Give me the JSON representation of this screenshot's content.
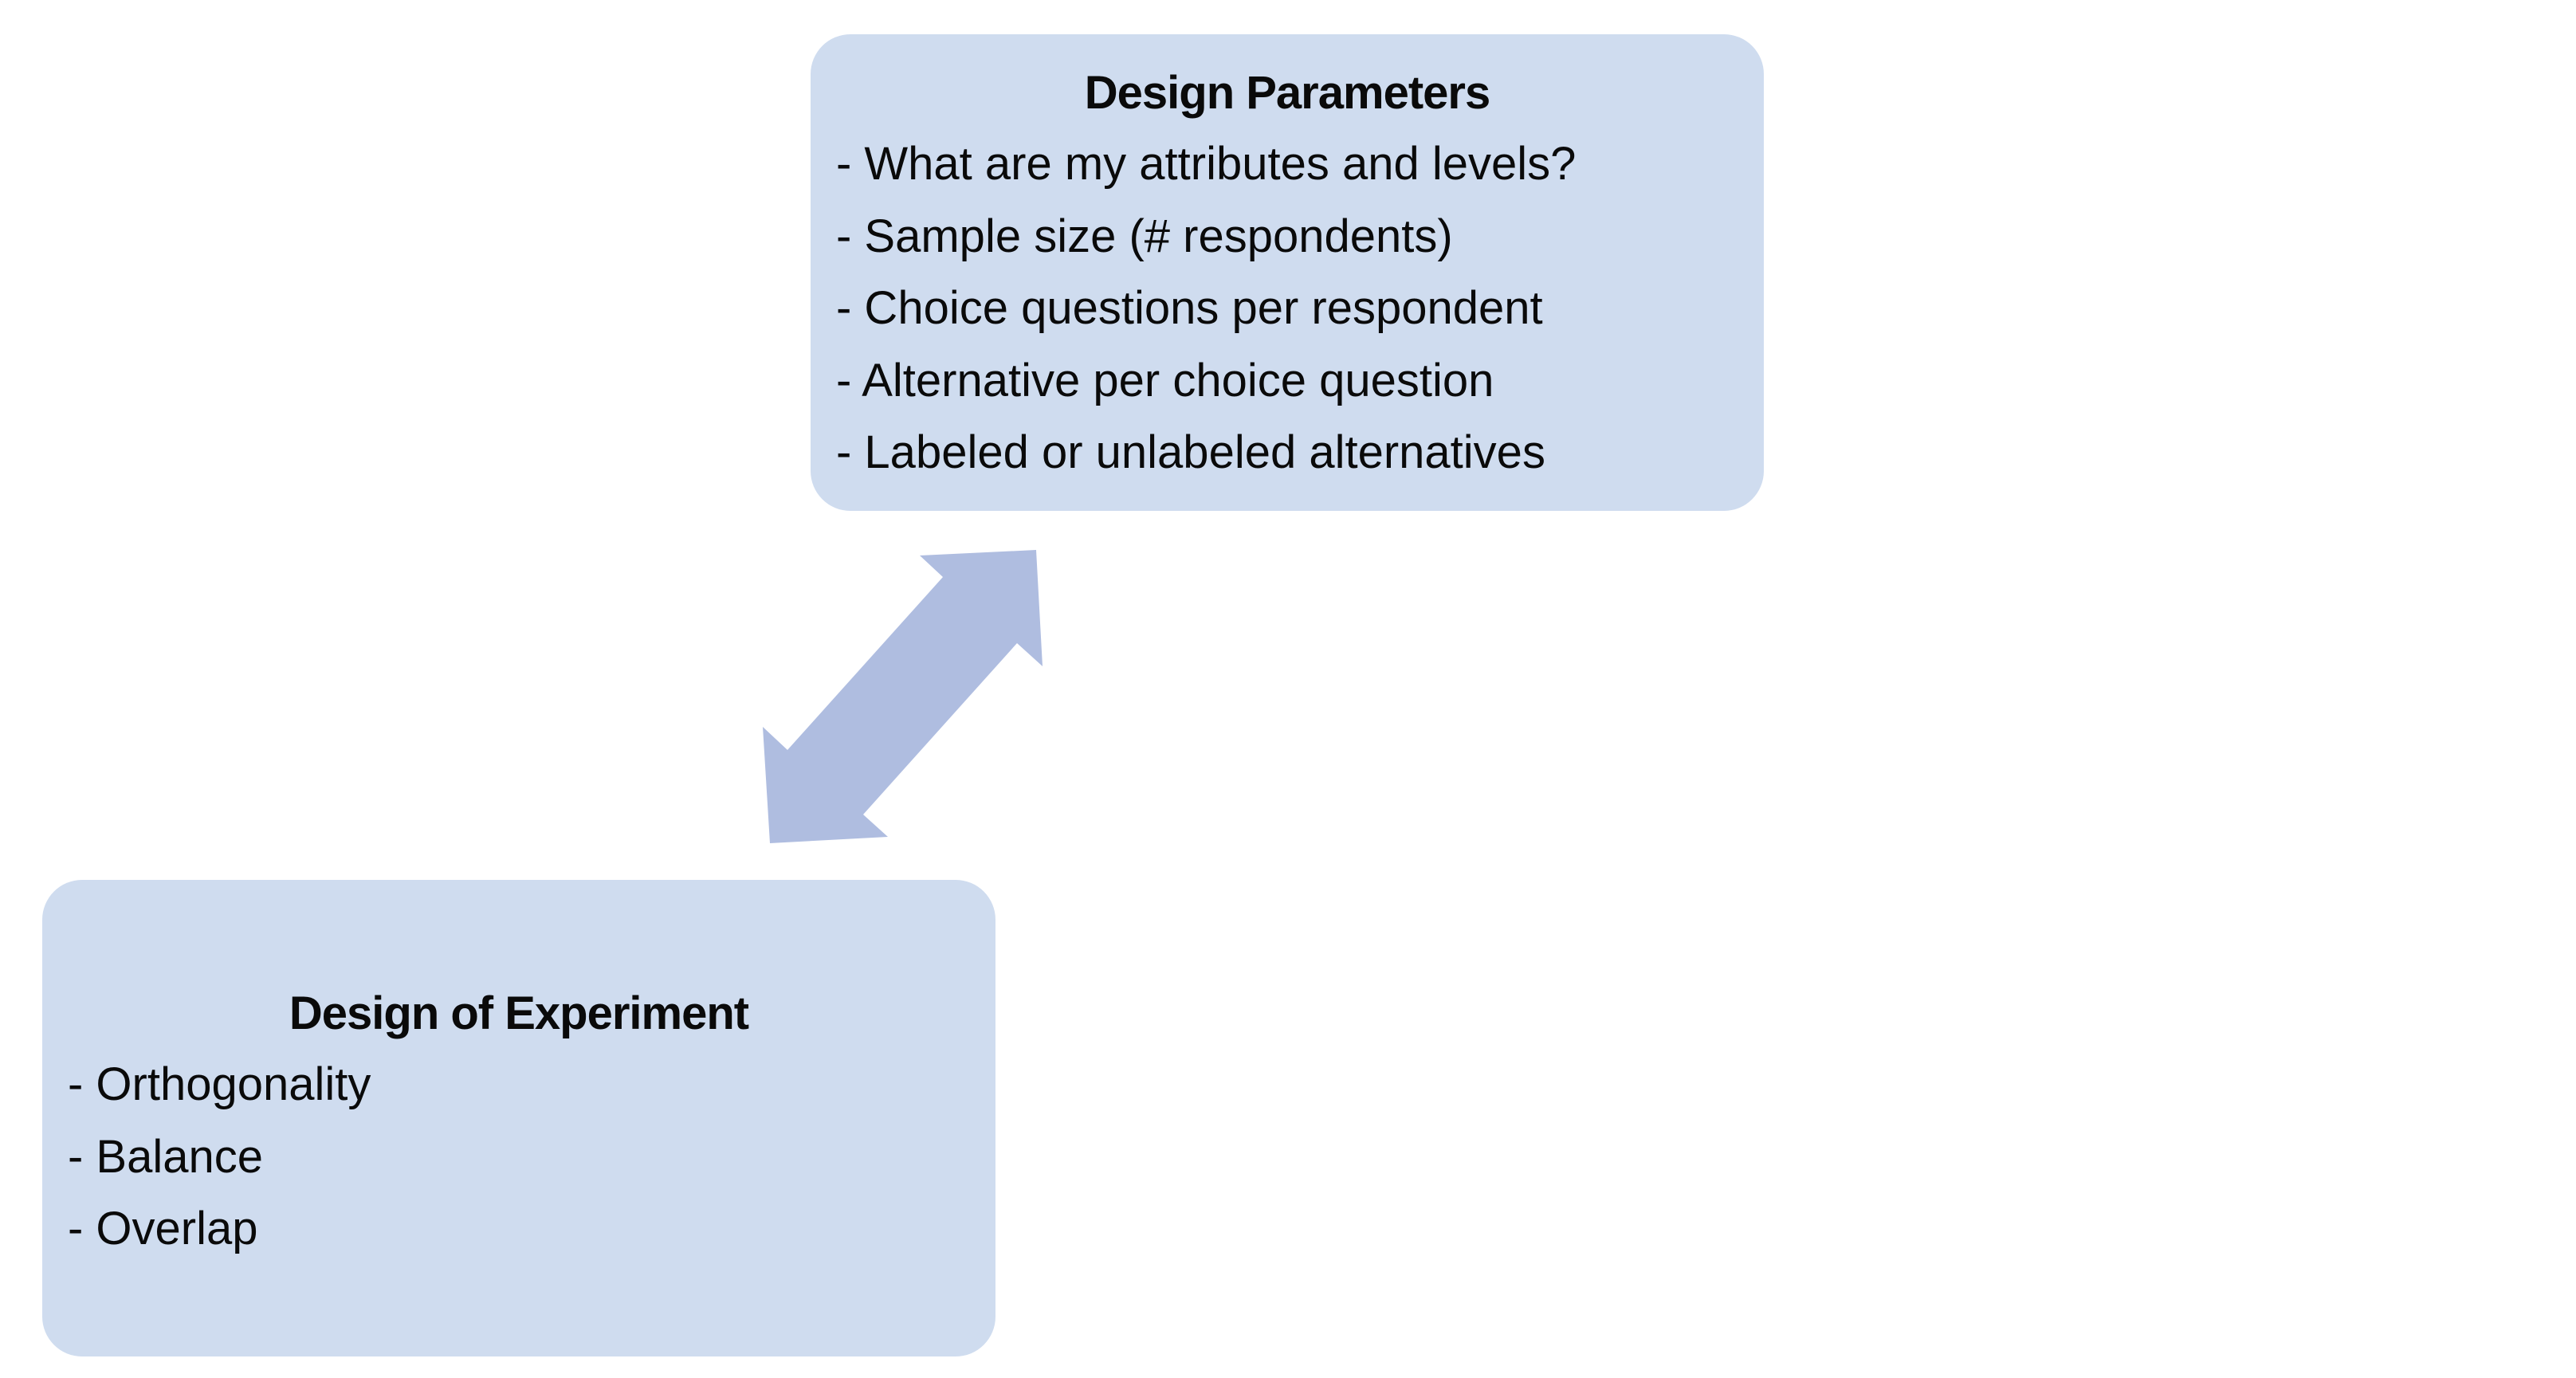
{
  "diagram": {
    "nodes": [
      {
        "id": "design-parameters",
        "title": "Design Parameters",
        "items": [
          "- What are my attributes and levels?",
          "- Sample size (# respondents)",
          "- Choice questions per respondent",
          "- Alternative per choice question",
          "- Labeled or unlabeled alternatives"
        ]
      },
      {
        "id": "design-of-experiment",
        "title": "Design of Experiment",
        "items": [
          "- Orthogonality",
          "- Balance",
          "- Overlap"
        ]
      }
    ],
    "edges": [
      {
        "from": "design-parameters",
        "to": "design-of-experiment",
        "direction": "bidirectional"
      }
    ],
    "colors": {
      "box_fill": "#cfdcef",
      "arrow_fill": "#afbde0",
      "text": "#0a0a0a"
    }
  }
}
